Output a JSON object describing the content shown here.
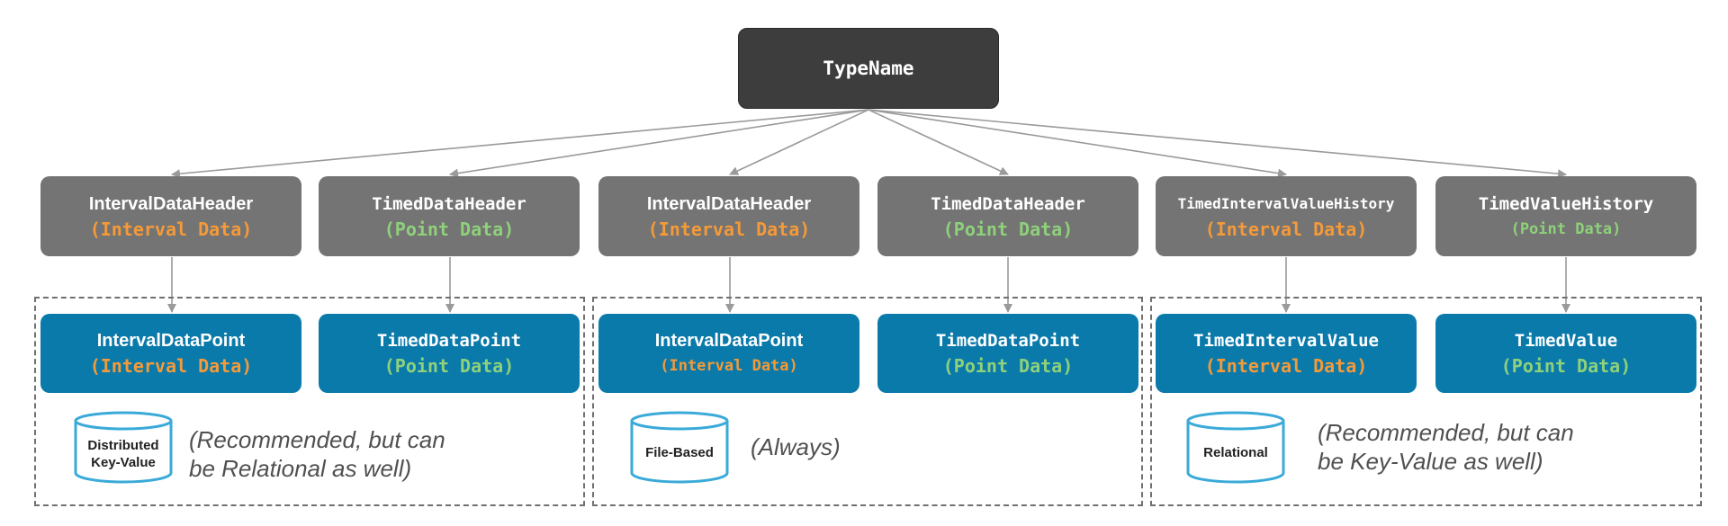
{
  "root": {
    "label": "TypeName"
  },
  "headers": [
    {
      "title": "IntervalDataHeader",
      "subtitle": "(Interval Data)",
      "kind": "interval"
    },
    {
      "title": "TimedDataHeader",
      "subtitle": "(Point Data)",
      "kind": "point"
    },
    {
      "title": "IntervalDataHeader",
      "subtitle": "(Interval Data)",
      "kind": "interval"
    },
    {
      "title": "TimedDataHeader",
      "subtitle": "(Point Data)",
      "kind": "point"
    },
    {
      "title": "TimedIntervalValueHistory",
      "subtitle": "(Interval Data)",
      "kind": "interval"
    },
    {
      "title": "TimedValueHistory",
      "subtitle": "(Point Data)",
      "kind": "point"
    }
  ],
  "points": [
    {
      "title": "IntervalDataPoint",
      "subtitle": "(Interval Data)",
      "kind": "interval"
    },
    {
      "title": "TimedDataPoint",
      "subtitle": "(Point Data)",
      "kind": "point"
    },
    {
      "title": "IntervalDataPoint",
      "subtitle": "(Interval Data)",
      "kind": "interval"
    },
    {
      "title": "TimedDataPoint",
      "subtitle": "(Point Data)",
      "kind": "point"
    },
    {
      "title": "TimedIntervalValue",
      "subtitle": "(Interval Data)",
      "kind": "interval"
    },
    {
      "title": "TimedValue",
      "subtitle": "(Point Data)",
      "kind": "point"
    }
  ],
  "groups": [
    {
      "storage_line1": "Distributed",
      "storage_line2": "Key-Value",
      "note_line1": "(Recommended, but can",
      "note_line2": "be Relational as well)"
    },
    {
      "storage_line1": "File-Based",
      "storage_line2": "",
      "note_line1": "(Always)",
      "note_line2": ""
    },
    {
      "storage_line1": "Relational",
      "storage_line2": "",
      "note_line1": "(Recommended, but can",
      "note_line2": "be Key-Value as well)"
    }
  ],
  "colors": {
    "root_box": "#3d3d3d",
    "header_box": "#747474",
    "point_box": "#0a7aab",
    "interval_text": "#f59a38",
    "point_text": "#8ed17a",
    "storage_icon": "#3aaad8",
    "arrow": "#9a9a9a"
  }
}
